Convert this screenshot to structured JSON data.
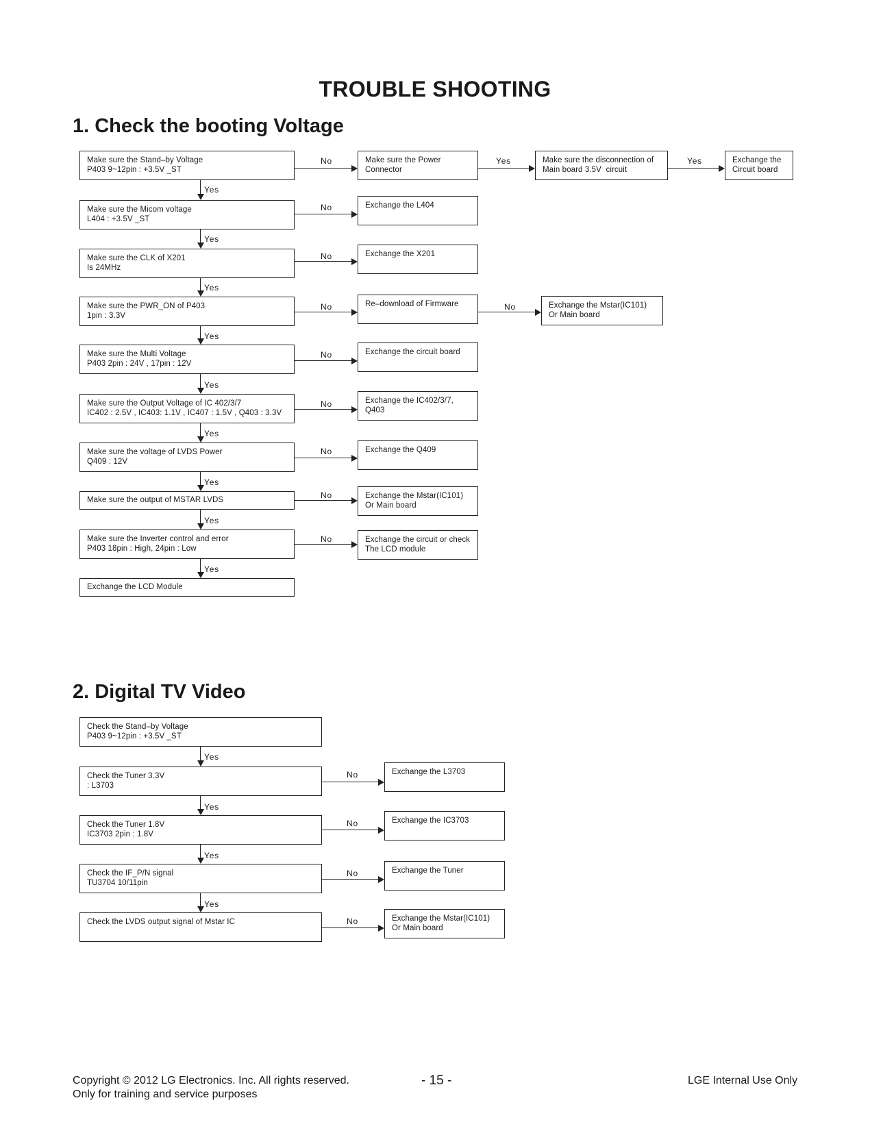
{
  "page": {
    "title": "TROUBLE SHOOTING"
  },
  "section1": {
    "heading": "1. Check the booting Voltage",
    "yes": "Yes",
    "no": "No",
    "steps": [
      "Make sure the Stand–by Voltage\nP403 9~12pin : +3.5V _ST",
      "Make sure the Micom voltage\nL404 : +3.5V _ST",
      "Make sure the CLK of X201\nIs 24MHz",
      "Make sure the PWR_ON of P403\n1pin : 3.3V",
      "Make sure the Multi Voltage\nP403 2pin : 24V , 17pin : 12V",
      "Make sure the Output Voltage of IC 402/3/7\nIC402 : 2.5V , IC403: 1.1V , IC407 : 1.5V , Q403 : 3.3V",
      "Make sure the voltage of LVDS Power\nQ409 : 12V",
      "Make sure the output of MSTAR LVDS",
      "Make sure the Inverter control and error\nP403 18pin : High, 24pin : Low",
      "Exchange the LCD Module"
    ],
    "actions": [
      "Make sure the Power\nConnector",
      "Exchange the L404",
      "Exchange the X201",
      "Re–download of Firmware",
      "Exchange the circuit board",
      "Exchange the IC402/3/7,\nQ403",
      "Exchange the Q409",
      "Exchange the Mstar(IC101)\nOr Main board",
      "Exchange the circuit or check\nThe LCD module"
    ],
    "extra": {
      "disconnection": "Make sure the disconnection of\nMain board 3.5V  circuit",
      "exchange_circuit": "Exchange the\nCircuit board",
      "mstar_or_main": "Exchange the Mstar(IC101)\nOr Main board"
    }
  },
  "section2": {
    "heading": "2. Digital TV Video",
    "yes": "Yes",
    "no": "No",
    "steps": [
      "Check the Stand–by Voltage\nP403 9~12pin : +3.5V _ST",
      "Check the Tuner 3.3V\n: L3703",
      "Check the Tuner 1.8V\nIC3703 2pin : 1.8V",
      "Check the IF_P/N signal\nTU3704 10/11pin",
      "Check the LVDS output signal of Mstar IC"
    ],
    "actions": [
      "Exchange the L3703",
      "Exchange the IC3703",
      "Exchange the Tuner",
      "Exchange the Mstar(IC101)\nOr Main board"
    ]
  },
  "footer": {
    "copyright": "Copyright  © 2012  LG Electronics. Inc. All rights reserved.",
    "purpose": "Only for training and service purposes",
    "page_number": "- 15 -",
    "internal": "LGE Internal Use Only"
  }
}
